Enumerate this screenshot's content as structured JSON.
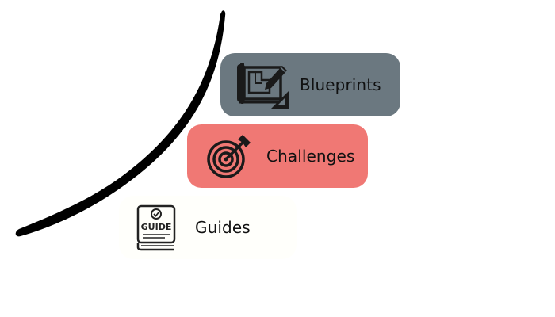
{
  "menu": {
    "items": [
      {
        "id": "blueprints",
        "label": "Blueprints",
        "icon": "blueprint-icon",
        "background": "#6b7880"
      },
      {
        "id": "challenges",
        "label": "Challenges",
        "icon": "target-icon",
        "background": "#f07874"
      },
      {
        "id": "guides",
        "label": "Guides",
        "icon": "guide-book-icon",
        "background": "#fffffb"
      }
    ]
  },
  "icons": {
    "guide_book_text": "GUIDE"
  }
}
